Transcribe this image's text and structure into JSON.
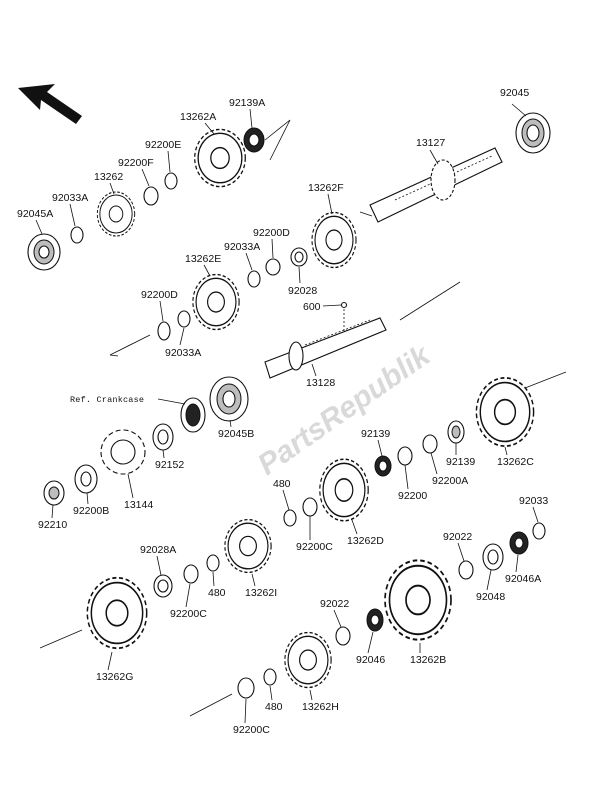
{
  "labels": {
    "p92045": "92045",
    "p13127": "13127",
    "p92139A": "92139A",
    "p13262A": "13262A",
    "p92200E": "92200E",
    "p92200F": "92200F",
    "p13262": "13262",
    "p92033A_top": "92033A",
    "p92045A": "92045A",
    "p13262F": "13262F",
    "p92200D_top": "92200D",
    "p92033A_mid": "92033A",
    "p13262E": "13262E",
    "p92028": "92028",
    "p92200D_left": "92200D",
    "p600": "600",
    "p92033A_low": "92033A",
    "p13128": "13128",
    "ref_crankcase": "Ref. Crankcase",
    "p92045B": "92045B",
    "p92152": "92152",
    "p13144": "13144",
    "p92200B": "92200B",
    "p92210": "92210",
    "p92139_l": "92139",
    "p92200": "92200",
    "p92200A": "92200A",
    "p92139_r": "92139",
    "p13262C": "13262C",
    "p480_a": "480",
    "p92200C_a": "92200C",
    "p13262D": "13262D",
    "p92033": "92033",
    "p92022_r": "92022",
    "p92046A": "92046A",
    "p92048": "92048",
    "p92028A": "92028A",
    "p92200C_b": "92200C",
    "p480_b": "480",
    "p13262I": "13262I",
    "p92022_m": "92022",
    "p92046": "92046",
    "p13262B": "13262B",
    "p13262G": "13262G",
    "p480_c": "480",
    "p13262H": "13262H",
    "p92200C_c": "92200C"
  },
  "watermark": "PartsRepublik",
  "icons": {
    "direction_arrow": "front-direction-arrow-icon"
  }
}
